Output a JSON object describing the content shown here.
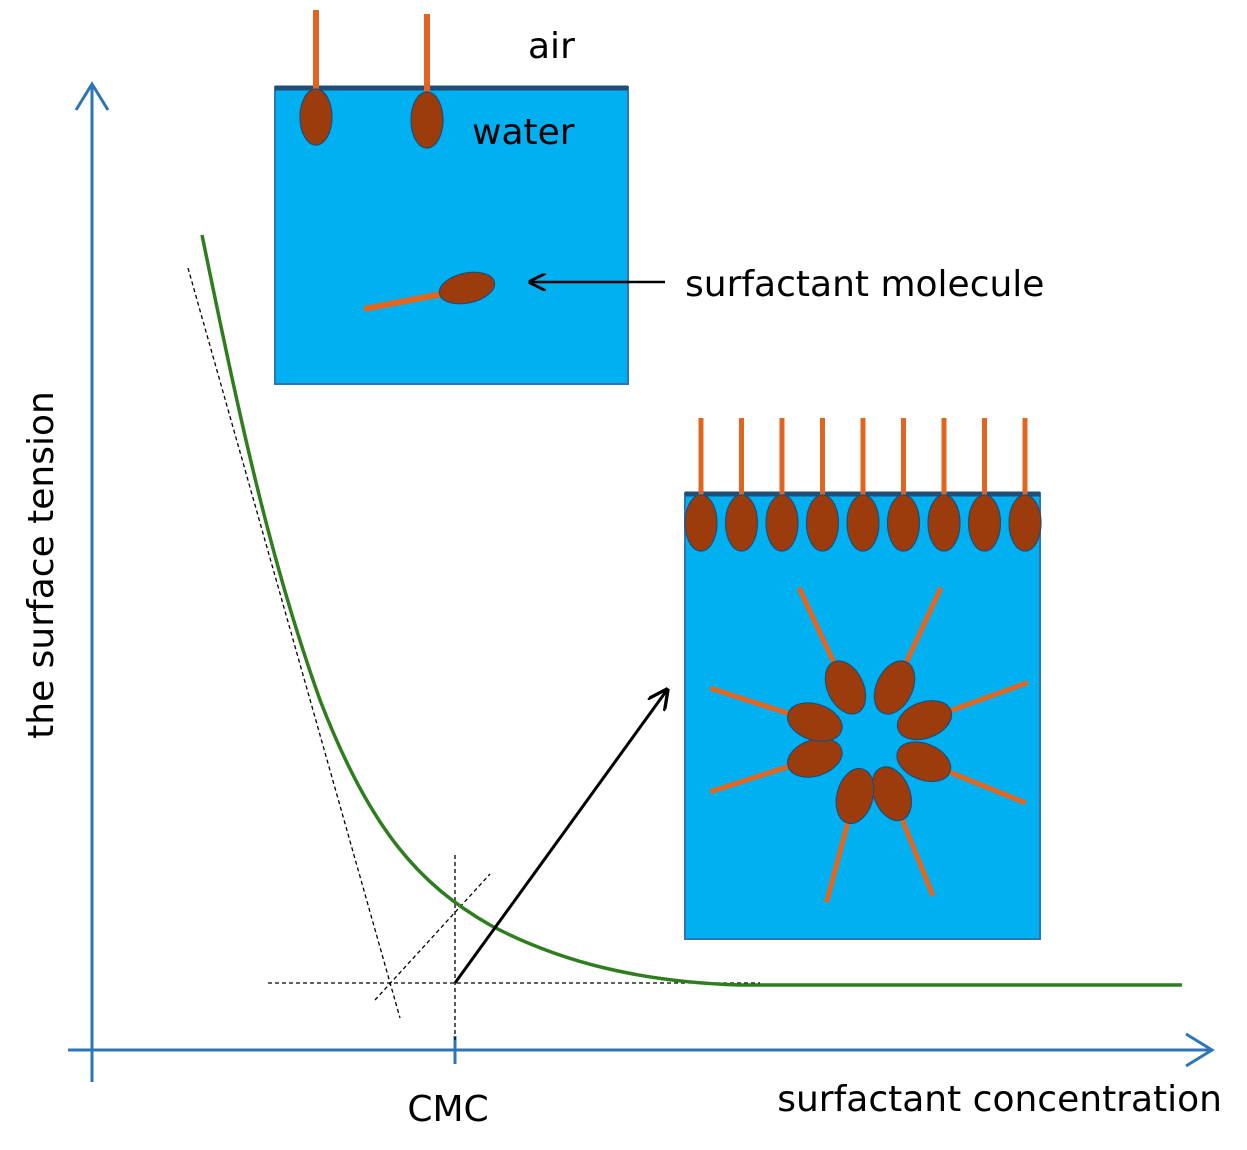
{
  "labels": {
    "air": "air",
    "water": "water",
    "surfactant_molecule": "surfactant molecule",
    "y_axis": "the surface tension",
    "x_axis": "surfactant concentration",
    "cmc": "CMC"
  },
  "colors": {
    "axis": "#2e75b6",
    "curve": "#2e7d1e",
    "water": "#00b0f0",
    "water_border": "#2e75b6",
    "surface_line": "#1f4e79",
    "head": "#9c3b0b",
    "tail": "#e2651f",
    "arrow": "#000000",
    "guide": "#000000"
  }
}
